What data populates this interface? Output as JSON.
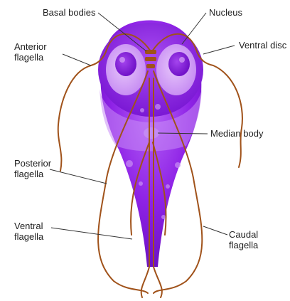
{
  "labels": {
    "basal_bodies": "Basal bodies",
    "nucleus": "Nucleus",
    "anterior_flagella": [
      "Anterior",
      "flagella"
    ],
    "ventral_disc": "Ventral disc",
    "median_body": "Median body",
    "posterior_flagella": [
      "Posterior",
      "flagella"
    ],
    "ventral_flagella": [
      "Ventral",
      "flagella"
    ],
    "caudal_flagella": [
      "Caudal",
      "flagella"
    ]
  },
  "colors": {
    "cell_body": "#8a1fe0",
    "cell_light": "#c98cf5",
    "disc": "#9b2cf0",
    "nucleus_ring": "#d6a4f7",
    "nucleus_core": "#8e1fe0",
    "flagella": "#a0521a",
    "leader_line": "#333333",
    "text": "#222222"
  }
}
